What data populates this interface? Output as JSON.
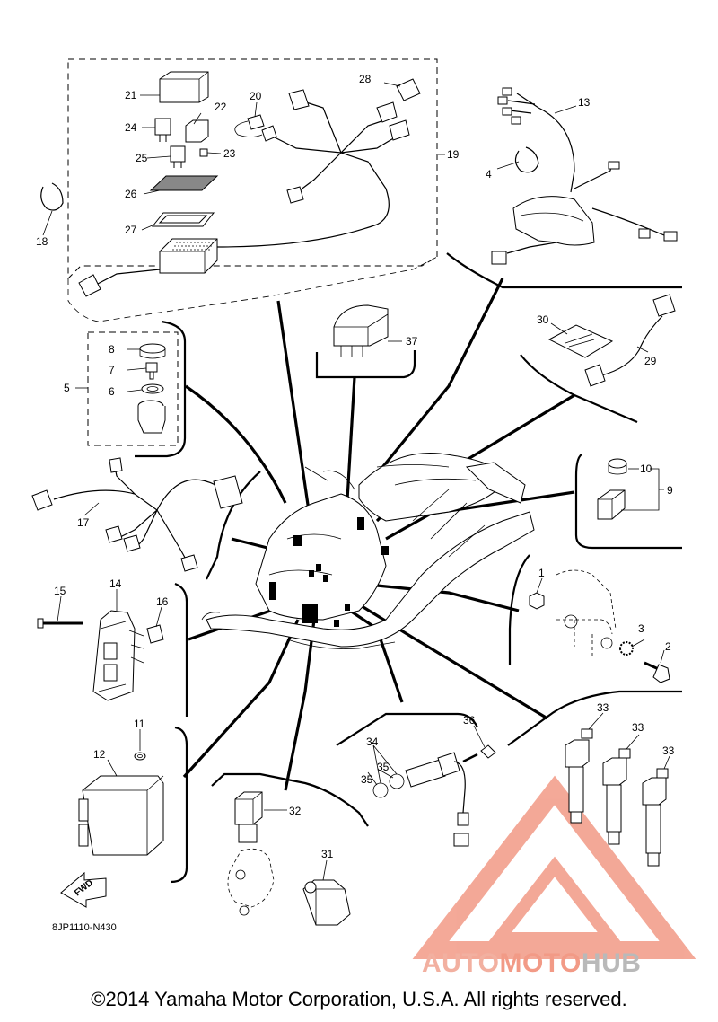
{
  "diagram": {
    "part_numbers": {
      "p1": "1",
      "p2": "2",
      "p3": "3",
      "p4": "4",
      "p5": "5",
      "p6": "6",
      "p7": "7",
      "p8": "8",
      "p9": "9",
      "p10": "10",
      "p11": "11",
      "p12": "12",
      "p13": "13",
      "p14": "14",
      "p15": "15",
      "p16": "16",
      "p17": "17",
      "p18": "18",
      "p19": "19",
      "p20": "20",
      "p21": "21",
      "p22": "22",
      "p23": "23",
      "p24": "24",
      "p25": "25",
      "p26": "26",
      "p27": "27",
      "p28": "28",
      "p29": "29",
      "p30": "30",
      "p31": "31",
      "p32": "32",
      "p33": "33",
      "p34": "34",
      "p35": "35",
      "p36": "36",
      "p37": "37"
    },
    "fwd_label": "FWD",
    "drawing_code": "8JP1110-N430",
    "copyright": "©2014 Yamaha Motor Corporation, U.S.A. All rights reserved."
  },
  "watermark": {
    "part1": "AUTO",
    "part2": "MOTO",
    "part3": "HUB",
    "colors": {
      "triangle": "#f29a86",
      "text_light": "#f2b0a0",
      "text_gray": "#b9b9b9"
    }
  }
}
